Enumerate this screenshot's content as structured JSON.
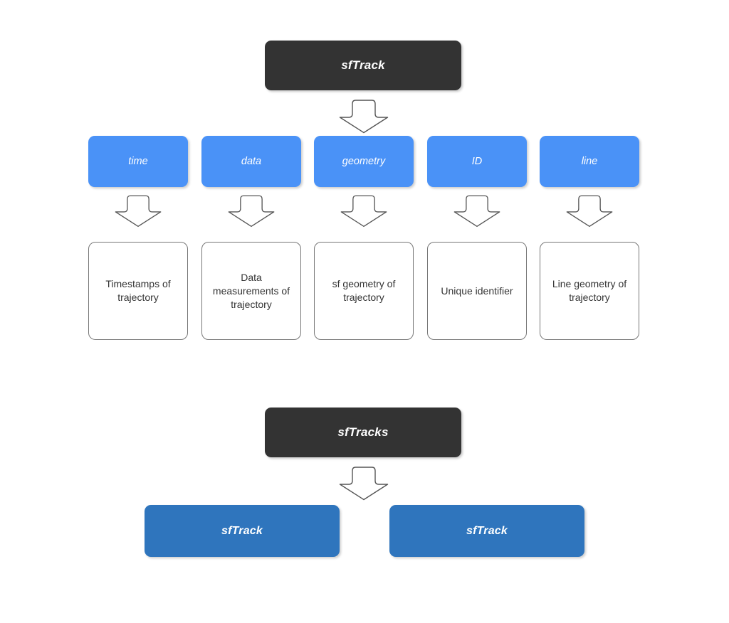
{
  "diagram": {
    "title_class_1": "sfTrack",
    "title_class_2": "sfTracks",
    "slot_labels": {
      "time": "time",
      "data": "data",
      "geometry": "geometry",
      "id": "ID",
      "line": "line"
    },
    "descriptions": {
      "time": "Timestamps of trajectory",
      "data": "Data measurements of trajectory",
      "geometry": "sf geometry of trajectory",
      "id": "Unique identifier",
      "line": "Line geometry of trajectory"
    },
    "instances": {
      "first": "sfTrack",
      "second": "sfTrack"
    },
    "arrow_icon_name": "down-block-arrow-icon",
    "colors": {
      "dark_node": "#333333",
      "slot_node": "#4a92f7",
      "instance_node": "#2f75bd",
      "description_border": "#777777",
      "description_text": "#343434",
      "arrow_stroke": "#555555",
      "background": "#ffffff"
    }
  }
}
